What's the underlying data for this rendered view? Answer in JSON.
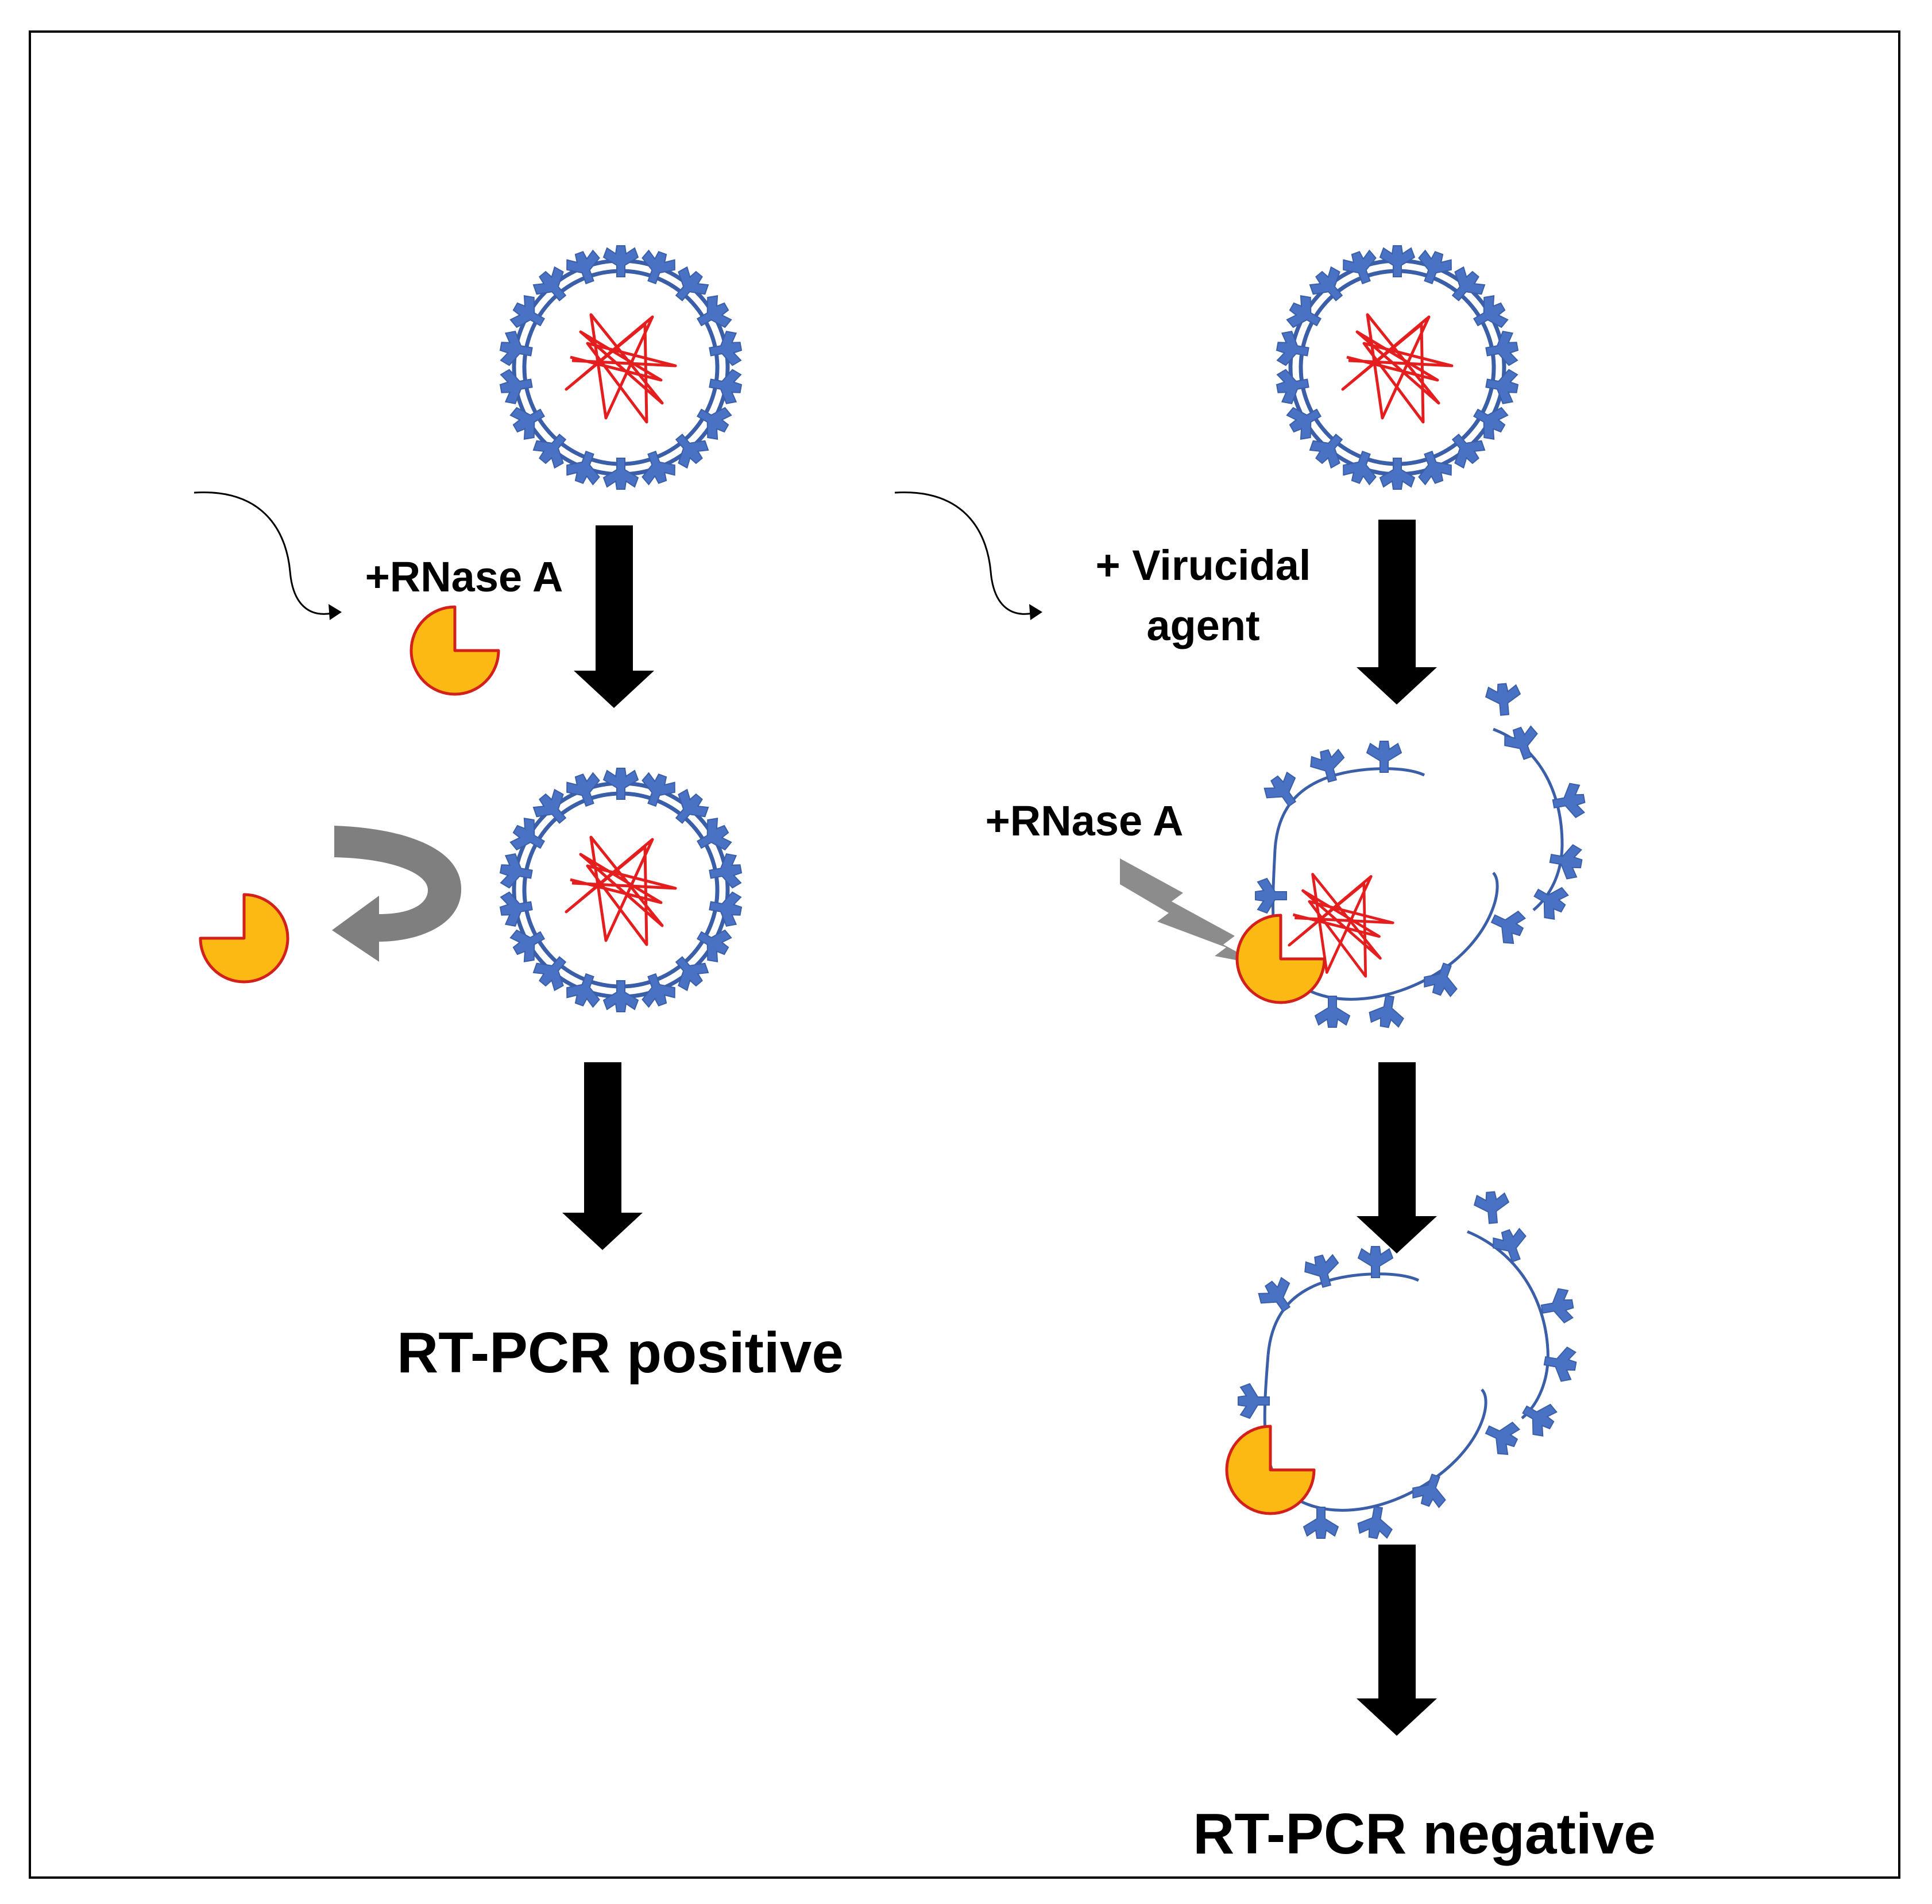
{
  "left_panel": {
    "add_label": "+RNase A",
    "result_label": "RT-PCR positive"
  },
  "right_panel": {
    "agent_label_line1": "+ Virucidal",
    "agent_label_line2": "agent",
    "rnase_label": "+RNase A",
    "result_label": "RT-PCR negative"
  },
  "colors": {
    "envelope": "#3b5ea8",
    "spike": "#4a72c4",
    "rna": "#e41e1e",
    "rnase_fill": "#fdb913",
    "rnase_stroke": "#d4201a",
    "process_arrow": "#000000",
    "repel_arrow": "#7f7f7f",
    "lightning": "#8c8c8c"
  }
}
